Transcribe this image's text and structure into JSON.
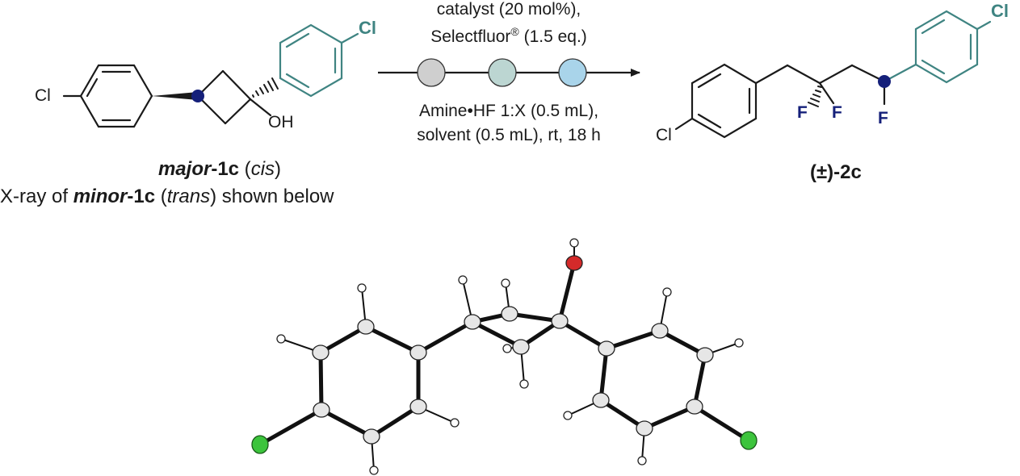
{
  "conditions": {
    "line1": "catalyst (20 mol%),",
    "line2_prefix": "Selectfluor",
    "line2_reg": "®",
    "line2_suffix": " (1.5 eq.)",
    "line3": "Amine•HF 1:X (0.5 mL),",
    "line4": "solvent (0.5 mL), rt, 18 h"
  },
  "substrate": {
    "atom_cl_left": "Cl",
    "atom_cl_right": "Cl",
    "atom_oh": "OH",
    "label_bi": "major",
    "label_rest": "-1c",
    "label_paren_open": " (",
    "label_it": "cis",
    "label_paren_close": ")"
  },
  "xray_caption": {
    "prefix": "X-ray of ",
    "bi": "minor",
    "mid": "-1c",
    "paren_open": " (",
    "it": "trans",
    "suffix": ") shown below"
  },
  "product": {
    "atom_cl_left": "Cl",
    "atom_cl_right": "Cl",
    "atom_f1": "F",
    "atom_f2": "F",
    "atom_f3": "F",
    "label": "(±)-2c"
  },
  "colors": {
    "teal": "#3f8482",
    "navy": "#15207a",
    "oxygen": "#d42a2a",
    "chlorine": "#3cc43c",
    "dot_grey": "#cfcfcf",
    "dot_sage": "#bcd6d2",
    "dot_blue": "#a9d4ea"
  }
}
